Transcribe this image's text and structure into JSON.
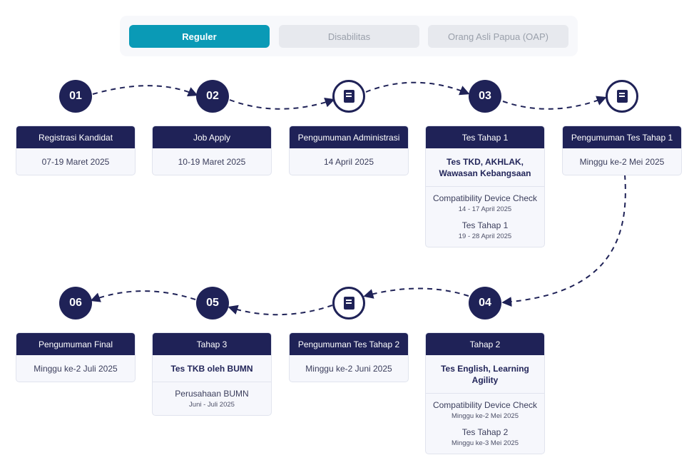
{
  "tabs": [
    {
      "label": "Reguler",
      "active": true
    },
    {
      "label": "Disabilitas",
      "active": false
    },
    {
      "label": "Orang Asli Papua (OAP)",
      "active": false
    }
  ],
  "colors": {
    "accent": "#0a9ab6",
    "navy": "#1f2257",
    "card_bg": "#f6f7fc"
  },
  "timeline": {
    "nodes": {
      "n1": "01",
      "n2": "02",
      "n3": "03",
      "n4": "04",
      "n5": "05",
      "n6": "06",
      "doc_icon": "document-icon"
    },
    "steps": [
      {
        "title": "Registrasi Kandidat",
        "date": "07-19 Maret 2025"
      },
      {
        "title": "Job Apply",
        "date": "10-19 Maret 2025"
      },
      {
        "title": "Pengumuman Administrasi",
        "date": "14 April 2025"
      },
      {
        "title": "Tes Tahap 1",
        "subtitle": "Tes TKD, AKHLAK, Wawasan Kebangsaan",
        "items": [
          {
            "title": "Compatibility Device Check",
            "date": "14 - 17 April 2025"
          },
          {
            "title": "Tes Tahap 1",
            "date": "19 - 28 April 2025"
          }
        ]
      },
      {
        "title": "Pengumuman Tes Tahap 1",
        "date": "Minggu ke-2 Mei 2025"
      },
      {
        "title": "Tahap 2",
        "subtitle": "Tes English, Learning Agility",
        "items": [
          {
            "title": "Compatibility Device Check",
            "date": "Minggu ke-2 Mei 2025"
          },
          {
            "title": "Tes Tahap 2",
            "date": "Minggu ke-3 Mei 2025"
          }
        ]
      },
      {
        "title": "Pengumuman Tes Tahap 2",
        "date": "Minggu ke-2 Juni 2025"
      },
      {
        "title": "Tahap 3",
        "subtitle": "Tes TKB oleh BUMN",
        "items": [
          {
            "title": "Perusahaan BUMN",
            "date": "Juni - Juli 2025"
          }
        ]
      },
      {
        "title": "Pengumuman Final",
        "date": "Minggu ke-2 Juli 2025"
      }
    ]
  }
}
